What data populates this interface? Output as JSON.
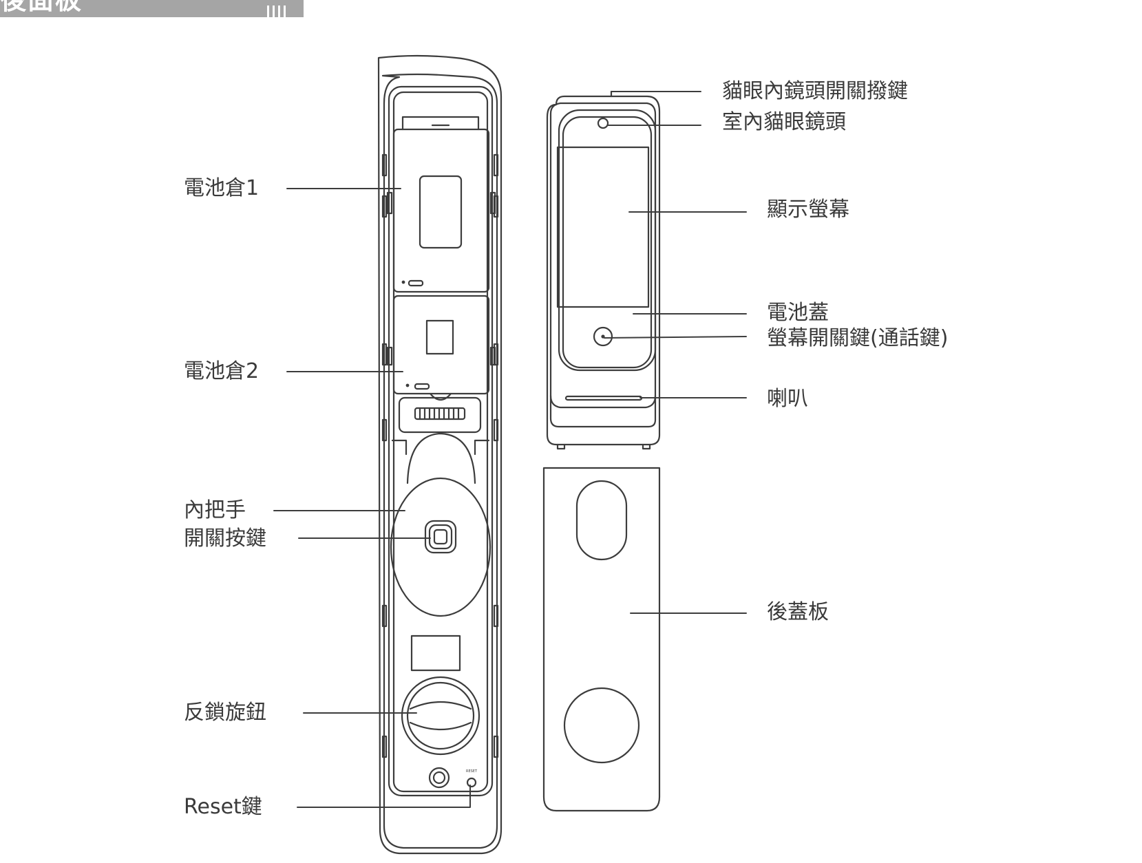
{
  "header": {
    "title": "後面板"
  },
  "labels": {
    "battery_bay_1": "電池倉1",
    "battery_bay_2": "電池倉2",
    "inner_handle": "內把手",
    "power_button": "開關按鍵",
    "deadbolt_knob": "反鎖旋鈕",
    "reset_key": "Reset鍵",
    "peephole_switch": "貓眼內鏡頭開關撥鍵",
    "indoor_camera": "室內貓眼鏡頭",
    "display_screen": "顯示螢幕",
    "battery_cover": "電池蓋",
    "screen_power_button": "螢幕開關鍵(通話鍵)",
    "speaker": "喇叭",
    "back_cover": "後蓋板"
  },
  "device": {
    "reset_print": "RESET"
  },
  "colors": {
    "line": "#3c3c3c",
    "header_bg": "#a5a5a5",
    "text": "#3a3a3a"
  }
}
